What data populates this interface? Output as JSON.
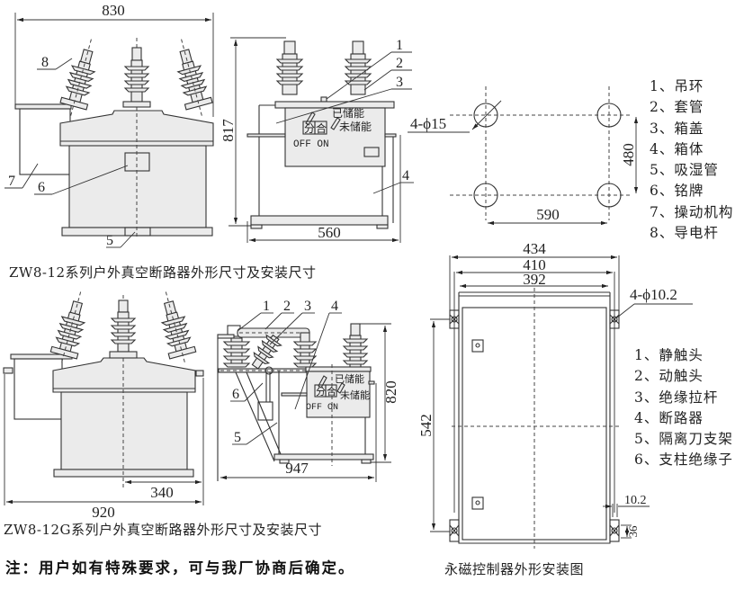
{
  "drawing1": {
    "caption": "ZW8-12系列户外真空断路器外形尺寸及安装尺寸",
    "front_view": {
      "width_dim": "830",
      "callouts": [
        "8",
        "7",
        "6",
        "5"
      ]
    },
    "side_view": {
      "height_dim": "817",
      "width_dim": "560",
      "callouts": [
        "1",
        "2",
        "3",
        "4"
      ],
      "panel": {
        "off_on_glyph_left": "分",
        "off_on_glyph_right": "合",
        "stored_label": "已储能",
        "not_stored_label": "未储能",
        "off_on_text": "OFF ON"
      }
    },
    "mounting_plan": {
      "hole_spec": "4-ϕ15",
      "height_dim": "480",
      "width_dim": "590"
    },
    "legend": [
      {
        "num": "1、",
        "name": "吊环"
      },
      {
        "num": "2、",
        "name": "套管"
      },
      {
        "num": "3、",
        "name": "箱盖"
      },
      {
        "num": "4、",
        "name": "箱体"
      },
      {
        "num": "5、",
        "name": "吸湿管"
      },
      {
        "num": "6、",
        "name": "铭牌"
      },
      {
        "num": "7、",
        "name": "操动机构"
      },
      {
        "num": "8、",
        "name": "导电杆"
      }
    ]
  },
  "drawing2": {
    "caption": "ZW8-12G系列户外真空断路器外形尺寸及安装尺寸",
    "front_view": {
      "width_dim": "920",
      "offset_dim": "340"
    },
    "side_view": {
      "height_dim": "820",
      "width_dim": "947",
      "callouts": [
        "1",
        "2",
        "3",
        "4",
        "5",
        "6"
      ],
      "panel": {
        "off_on_glyph_left": "分",
        "off_on_glyph_right": "合",
        "stored_label": "已储能",
        "not_stored_label": "未储能",
        "off_on_text": "OFF ON"
      }
    },
    "legend": [
      {
        "num": "1、",
        "name": "静触头"
      },
      {
        "num": "2、",
        "name": "动触头"
      },
      {
        "num": "3、",
        "name": "绝缘拉杆"
      },
      {
        "num": "4、",
        "name": "断路器"
      },
      {
        "num": "5、",
        "name": "隔离刀支架"
      },
      {
        "num": "6、",
        "name": "支柱绝缘子"
      }
    ]
  },
  "controller": {
    "caption": "永磁控制器外形安装图",
    "dims": {
      "outer_width": "434",
      "mid_width": "410",
      "inner_width": "392",
      "height": "542",
      "hole_spec": "4-ϕ10.2",
      "slot_width": "10.2",
      "slot_height": "36"
    }
  },
  "note": "注：用户如有特殊要求，可与我厂协商后确定。"
}
